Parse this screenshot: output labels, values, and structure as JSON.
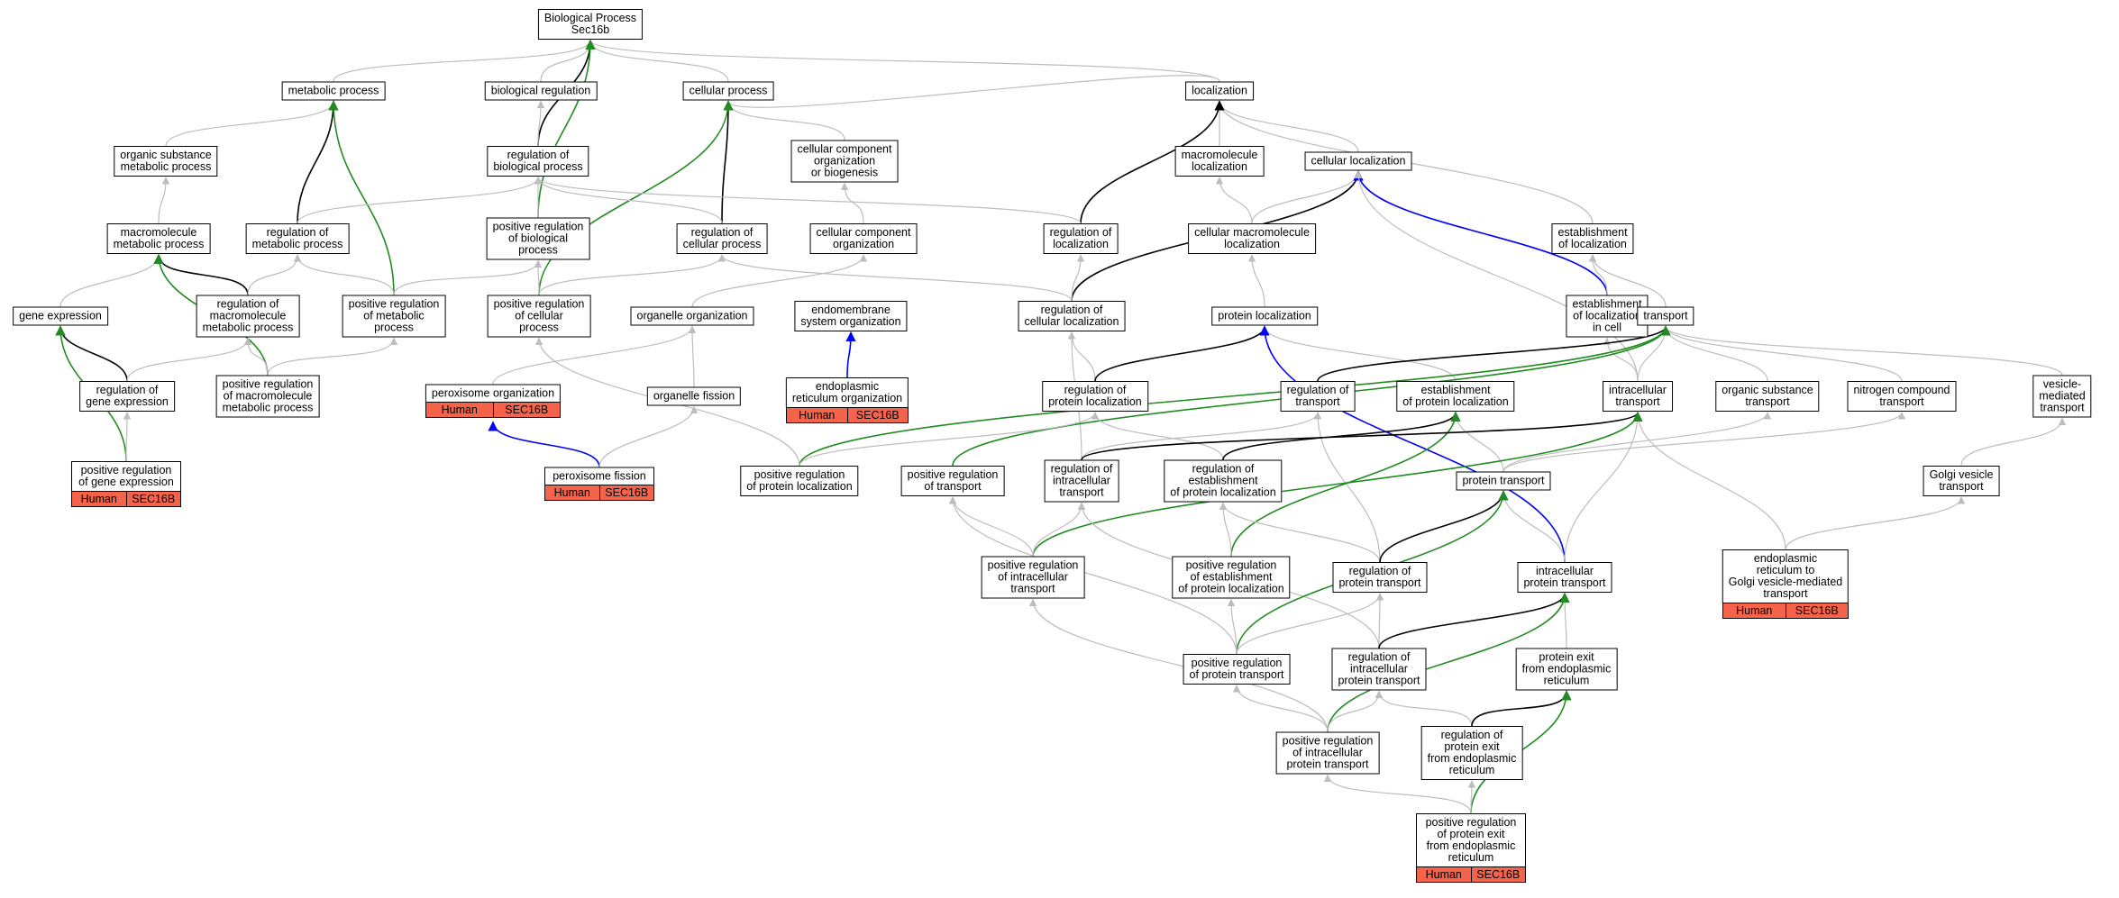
{
  "colors": {
    "grey": "#bdbdbd",
    "black": "#000000",
    "green": "#228b22",
    "blue": "#0000ff",
    "annotation": "#f5634a"
  },
  "nodes": [
    {
      "id": "bp",
      "label": "Biological Process\nSec16b"
    },
    {
      "id": "metabolic",
      "label": "metabolic process"
    },
    {
      "id": "bioreg",
      "label": "biological regulation"
    },
    {
      "id": "cellproc",
      "label": "cellular process"
    },
    {
      "id": "localization",
      "label": "localization"
    },
    {
      "id": "orgsub",
      "label": "organic substance\nmetabolic process"
    },
    {
      "id": "regbio",
      "label": "regulation of\nbiological process"
    },
    {
      "id": "ccob",
      "label": "cellular component\norganization\nor biogenesis"
    },
    {
      "id": "macroloc",
      "label": "macromolecule\nlocalization"
    },
    {
      "id": "cellloc",
      "label": "cellular localization"
    },
    {
      "id": "macromet",
      "label": "macromolecule\nmetabolic process"
    },
    {
      "id": "regmet",
      "label": "regulation of\nmetabolic process"
    },
    {
      "id": "posregbio",
      "label": "positive regulation\nof biological\nprocess"
    },
    {
      "id": "regcell",
      "label": "regulation of\ncellular process"
    },
    {
      "id": "cco",
      "label": "cellular component\norganization"
    },
    {
      "id": "regloc",
      "label": "regulation of\nlocalization"
    },
    {
      "id": "cellmacroloc",
      "label": "cellular macromolecule\nlocalization"
    },
    {
      "id": "estloc",
      "label": "establishment\nof localization"
    },
    {
      "id": "geneexp",
      "label": "gene expression"
    },
    {
      "id": "regmacromet",
      "label": "regulation of\nmacromolecule\nmetabolic process"
    },
    {
      "id": "posregmet",
      "label": "positive regulation\nof metabolic\nprocess"
    },
    {
      "id": "posregcell",
      "label": "positive regulation\nof cellular\nprocess"
    },
    {
      "id": "orgorg",
      "label": "organelle organization"
    },
    {
      "id": "endomem",
      "label": "endomembrane\nsystem organization"
    },
    {
      "id": "regcellloc",
      "label": "regulation of\ncellular localization"
    },
    {
      "id": "protloc",
      "label": "protein localization"
    },
    {
      "id": "estlocincell",
      "label": "establishment\nof localization\nin cell"
    },
    {
      "id": "transport",
      "label": "transport"
    },
    {
      "id": "regge",
      "label": "regulation of\ngene expression"
    },
    {
      "id": "posregmacro",
      "label": "positive regulation\nof macromolecule\nmetabolic process"
    },
    {
      "id": "perorg",
      "label": "peroxisome organization"
    },
    {
      "id": "orgfis",
      "label": "organelle fission"
    },
    {
      "id": "erorg",
      "label": "endoplasmic\nreticulum organization"
    },
    {
      "id": "regprotloc",
      "label": "regulation of\nprotein localization"
    },
    {
      "id": "regtrans",
      "label": "regulation of\ntransport"
    },
    {
      "id": "estprotloc",
      "label": "establishment\nof protein localization"
    },
    {
      "id": "intratrans",
      "label": "intracellular\ntransport"
    },
    {
      "id": "orgsubtrans",
      "label": "organic substance\ntransport"
    },
    {
      "id": "nitro",
      "label": "nitrogen compound\ntransport"
    },
    {
      "id": "vesmed",
      "label": "vesicle-mediated\ntransport"
    },
    {
      "id": "posregge",
      "label": "positive regulation\nof gene expression"
    },
    {
      "id": "perfis",
      "label": "peroxisome fission"
    },
    {
      "id": "posregprotloc",
      "label": "positive regulation\nof protein localization"
    },
    {
      "id": "posregtrans",
      "label": "positive regulation\nof transport"
    },
    {
      "id": "regintra",
      "label": "regulation of\nintracellular\ntransport"
    },
    {
      "id": "regestprot",
      "label": "regulation of\nestablishment\nof protein localization"
    },
    {
      "id": "prottrans",
      "label": "protein transport"
    },
    {
      "id": "golgives",
      "label": "Golgi vesicle\ntransport"
    },
    {
      "id": "posregintra",
      "label": "positive regulation\nof intracellular\ntransport"
    },
    {
      "id": "posregest",
      "label": "positive regulation\nof establishment\nof protein localization"
    },
    {
      "id": "regprottrans",
      "label": "regulation of\nprotein transport"
    },
    {
      "id": "intraprot",
      "label": "intracellular\nprotein transport"
    },
    {
      "id": "ertogolgi",
      "label": "endoplasmic\nreticulum to\nGolgi vesicle-mediated\ntransport"
    },
    {
      "id": "posregprottrans",
      "label": "positive regulation\nof protein transport"
    },
    {
      "id": "regintraprot",
      "label": "regulation of\nintracellular\nprotein transport"
    },
    {
      "id": "protexit",
      "label": "protein exit\nfrom endoplasmic\nreticulum"
    },
    {
      "id": "posregintraprot",
      "label": "positive regulation\nof intracellular\nprotein transport"
    },
    {
      "id": "regprotexit",
      "label": "regulation of\nprotein exit\nfrom endoplasmic\nreticulum"
    },
    {
      "id": "posregprotexit",
      "label": "positive regulation\nof protein exit\nfrom endoplasmic\nreticulum"
    }
  ],
  "annotations": [
    {
      "node": "perorg",
      "cells": [
        "Human",
        "SEC16B"
      ]
    },
    {
      "node": "erorg",
      "cells": [
        "Human",
        "SEC16B"
      ]
    },
    {
      "node": "posregge",
      "cells": [
        "Human",
        "SEC16B"
      ]
    },
    {
      "node": "perfis",
      "cells": [
        "Human",
        "SEC16B"
      ]
    },
    {
      "node": "ertogolgi",
      "cells": [
        "Human",
        "SEC16B"
      ]
    },
    {
      "node": "posregprotexit",
      "cells": [
        "Human",
        "SEC16B"
      ]
    }
  ],
  "edges": [
    {
      "from": "metabolic",
      "to": "bp",
      "color": "grey"
    },
    {
      "from": "bioreg",
      "to": "bp",
      "color": "grey"
    },
    {
      "from": "cellproc",
      "to": "bp",
      "color": "grey"
    },
    {
      "from": "localization",
      "to": "bp",
      "color": "grey"
    },
    {
      "from": "regbio",
      "to": "bp",
      "color": "black"
    },
    {
      "from": "posregbio",
      "to": "bp",
      "color": "green"
    },
    {
      "from": "orgsub",
      "to": "metabolic",
      "color": "grey"
    },
    {
      "from": "regmet",
      "to": "metabolic",
      "color": "black"
    },
    {
      "from": "posregmet",
      "to": "metabolic",
      "color": "green"
    },
    {
      "from": "regbio",
      "to": "bioreg",
      "color": "grey"
    },
    {
      "from": "ccob",
      "to": "cellproc",
      "color": "grey"
    },
    {
      "from": "localization",
      "to": "cellproc",
      "color": "grey"
    },
    {
      "from": "regcell",
      "to": "cellproc",
      "color": "black"
    },
    {
      "from": "posregcell",
      "to": "cellproc",
      "color": "green"
    },
    {
      "from": "macroloc",
      "to": "localization",
      "color": "grey"
    },
    {
      "from": "cellloc",
      "to": "localization",
      "color": "grey"
    },
    {
      "from": "estloc",
      "to": "localization",
      "color": "grey"
    },
    {
      "from": "regloc",
      "to": "localization",
      "color": "black"
    },
    {
      "from": "macromet",
      "to": "orgsub",
      "color": "grey"
    },
    {
      "from": "regmet",
      "to": "regbio",
      "color": "grey"
    },
    {
      "from": "posregbio",
      "to": "regbio",
      "color": "grey"
    },
    {
      "from": "regcell",
      "to": "regbio",
      "color": "grey"
    },
    {
      "from": "regloc",
      "to": "regbio",
      "color": "grey"
    },
    {
      "from": "cco",
      "to": "ccob",
      "color": "grey"
    },
    {
      "from": "cellmacroloc",
      "to": "macroloc",
      "color": "grey"
    },
    {
      "from": "cellmacroloc",
      "to": "cellloc",
      "color": "grey"
    },
    {
      "from": "regcellloc",
      "to": "cellloc",
      "color": "black"
    },
    {
      "from": "estlocincell",
      "to": "cellloc",
      "color": "blue"
    },
    {
      "from": "intratrans",
      "to": "cellloc",
      "color": "grey"
    },
    {
      "from": "geneexp",
      "to": "macromet",
      "color": "grey"
    },
    {
      "from": "regmacromet",
      "to": "macromet",
      "color": "black"
    },
    {
      "from": "posregmacro",
      "to": "macromet",
      "color": "green"
    },
    {
      "from": "regmacromet",
      "to": "regmet",
      "color": "grey"
    },
    {
      "from": "posregmet",
      "to": "regmet",
      "color": "grey"
    },
    {
      "from": "posregmet",
      "to": "posregbio",
      "color": "grey"
    },
    {
      "from": "posregcell",
      "to": "posregbio",
      "color": "grey"
    },
    {
      "from": "posregcell",
      "to": "regcell",
      "color": "grey"
    },
    {
      "from": "regcellloc",
      "to": "regcell",
      "color": "grey"
    },
    {
      "from": "orgorg",
      "to": "cco",
      "color": "grey"
    },
    {
      "from": "regcellloc",
      "to": "regloc",
      "color": "grey"
    },
    {
      "from": "protloc",
      "to": "cellmacroloc",
      "color": "grey"
    },
    {
      "from": "estlocincell",
      "to": "estloc",
      "color": "grey"
    },
    {
      "from": "transport",
      "to": "estloc",
      "color": "grey"
    },
    {
      "from": "regge",
      "to": "geneexp",
      "color": "black"
    },
    {
      "from": "posregge",
      "to": "geneexp",
      "color": "green"
    },
    {
      "from": "regge",
      "to": "regmacromet",
      "color": "grey"
    },
    {
      "from": "posregmacro",
      "to": "regmacromet",
      "color": "grey"
    },
    {
      "from": "posregmacro",
      "to": "posregmet",
      "color": "grey"
    },
    {
      "from": "posregprotloc",
      "to": "posregcell",
      "color": "grey"
    },
    {
      "from": "perorg",
      "to": "orgorg",
      "color": "grey"
    },
    {
      "from": "orgfis",
      "to": "orgorg",
      "color": "grey"
    },
    {
      "from": "erorg",
      "to": "endomem",
      "color": "blue"
    },
    {
      "from": "regprotloc",
      "to": "regcellloc",
      "color": "grey"
    },
    {
      "from": "regintra",
      "to": "regcellloc",
      "color": "grey"
    },
    {
      "from": "regprotloc",
      "to": "protloc",
      "color": "black"
    },
    {
      "from": "estprotloc",
      "to": "protloc",
      "color": "grey"
    },
    {
      "from": "intraprot",
      "to": "protloc",
      "color": "blue"
    },
    {
      "from": "intratrans",
      "to": "estlocincell",
      "color": "grey"
    },
    {
      "from": "intratrans",
      "to": "transport",
      "color": "grey"
    },
    {
      "from": "orgsubtrans",
      "to": "transport",
      "color": "grey"
    },
    {
      "from": "nitro",
      "to": "transport",
      "color": "grey"
    },
    {
      "from": "vesmed",
      "to": "transport",
      "color": "grey"
    },
    {
      "from": "regtrans",
      "to": "transport",
      "color": "black"
    },
    {
      "from": "posregprotloc",
      "to": "transport",
      "color": "green"
    },
    {
      "from": "posregtrans",
      "to": "transport",
      "color": "green"
    },
    {
      "from": "posregge",
      "to": "regge",
      "color": "grey"
    },
    {
      "from": "perfis",
      "to": "perorg",
      "color": "blue"
    },
    {
      "from": "perfis",
      "to": "orgfis",
      "color": "grey"
    },
    {
      "from": "posregprotloc",
      "to": "regprotloc",
      "color": "grey"
    },
    {
      "from": "regestprot",
      "to": "regprotloc",
      "color": "grey"
    },
    {
      "from": "regintra",
      "to": "regtrans",
      "color": "grey"
    },
    {
      "from": "regprottrans",
      "to": "regtrans",
      "color": "grey"
    },
    {
      "from": "prottrans",
      "to": "estprotloc",
      "color": "grey"
    },
    {
      "from": "regestprot",
      "to": "estprotloc",
      "color": "black"
    },
    {
      "from": "posregest",
      "to": "estprotloc",
      "color": "green"
    },
    {
      "from": "intraprot",
      "to": "intratrans",
      "color": "grey"
    },
    {
      "from": "ertogolgi",
      "to": "intratrans",
      "color": "grey"
    },
    {
      "from": "regintra",
      "to": "intratrans",
      "color": "black"
    },
    {
      "from": "posregintra",
      "to": "intratrans",
      "color": "green"
    },
    {
      "from": "prottrans",
      "to": "orgsubtrans",
      "color": "grey"
    },
    {
      "from": "prottrans",
      "to": "nitro",
      "color": "grey"
    },
    {
      "from": "golgives",
      "to": "vesmed",
      "color": "grey"
    },
    {
      "from": "posregintra",
      "to": "posregtrans",
      "color": "grey"
    },
    {
      "from": "posregprottrans",
      "to": "posregtrans",
      "color": "grey"
    },
    {
      "from": "posregintra",
      "to": "regintra",
      "color": "grey"
    },
    {
      "from": "regintraprot",
      "to": "regintra",
      "color": "grey"
    },
    {
      "from": "posregest",
      "to": "regestprot",
      "color": "grey"
    },
    {
      "from": "regprottrans",
      "to": "regestprot",
      "color": "grey"
    },
    {
      "from": "intraprot",
      "to": "prottrans",
      "color": "grey"
    },
    {
      "from": "regprottrans",
      "to": "prottrans",
      "color": "black"
    },
    {
      "from": "posregprottrans",
      "to": "prottrans",
      "color": "green"
    },
    {
      "from": "ertogolgi",
      "to": "golgives",
      "color": "grey"
    },
    {
      "from": "posregintraprot",
      "to": "posregintra",
      "color": "grey"
    },
    {
      "from": "posregprottrans",
      "to": "posregest",
      "color": "grey"
    },
    {
      "from": "posregprottrans",
      "to": "regprottrans",
      "color": "grey"
    },
    {
      "from": "regintraprot",
      "to": "regprottrans",
      "color": "grey"
    },
    {
      "from": "protexit",
      "to": "intraprot",
      "color": "grey"
    },
    {
      "from": "regintraprot",
      "to": "intraprot",
      "color": "black"
    },
    {
      "from": "posregintraprot",
      "to": "intraprot",
      "color": "green"
    },
    {
      "from": "posregintraprot",
      "to": "posregprottrans",
      "color": "grey"
    },
    {
      "from": "posregintraprot",
      "to": "regintraprot",
      "color": "grey"
    },
    {
      "from": "regprotexit",
      "to": "regintraprot",
      "color": "grey"
    },
    {
      "from": "regprotexit",
      "to": "protexit",
      "color": "black"
    },
    {
      "from": "posregprotexit",
      "to": "protexit",
      "color": "green"
    },
    {
      "from": "posregprotexit",
      "to": "posregintraprot",
      "color": "grey"
    },
    {
      "from": "posregprotexit",
      "to": "regprotexit",
      "color": "grey"
    }
  ]
}
